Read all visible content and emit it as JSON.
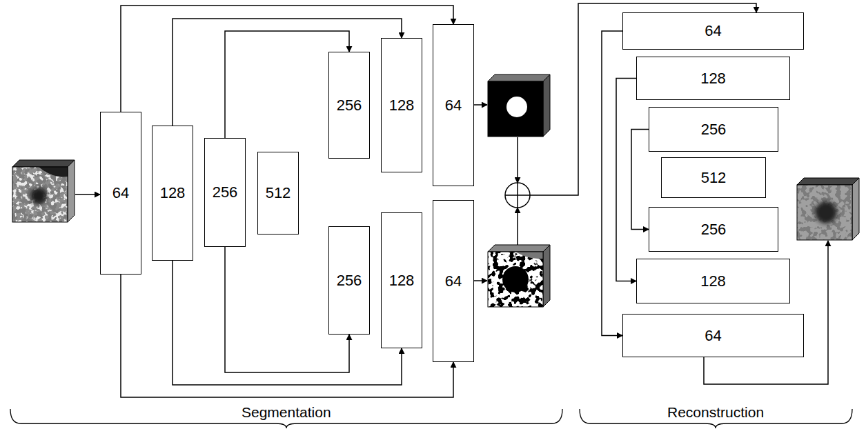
{
  "diagram": {
    "nodes": [
      {
        "text": [
          "64"
        ]
      },
      {
        "text": [
          "128"
        ]
      },
      {
        "text": [
          "256"
        ]
      },
      {
        "text": [
          "512"
        ]
      },
      {
        "text": [
          "256"
        ]
      },
      {
        "text": [
          "128"
        ]
      },
      {
        "text": [
          "64"
        ]
      },
      {
        "text": [
          "256"
        ]
      },
      {
        "text": [
          "128"
        ]
      },
      {
        "text": [
          "64"
        ]
      },
      {
        "text": [
          "64"
        ]
      },
      {
        "text": [
          "128"
        ]
      },
      {
        "text": [
          "256"
        ]
      },
      {
        "text": [
          "512"
        ]
      },
      {
        "text": [
          "256"
        ]
      },
      {
        "text": [
          "128"
        ]
      },
      {
        "text": [
          "64"
        ]
      }
    ],
    "edges": [
      {
        "from": 0,
        "to": 6,
        "arrow": "to"
      },
      {
        "from": 1,
        "to": 5,
        "arrow": "to"
      },
      {
        "from": 2,
        "to": 4,
        "arrow": "to"
      },
      {
        "from": 2,
        "to": 7,
        "arrow": "to"
      },
      {
        "from": 1,
        "to": 8,
        "arrow": "to"
      },
      {
        "from": 0,
        "to": 9,
        "arrow": "to"
      },
      {
        "from": 10,
        "to": 16,
        "arrow": "to"
      },
      {
        "from": 11,
        "to": 15,
        "arrow": "to"
      },
      {
        "from": 12,
        "to": 14,
        "arrow": "to"
      }
    ],
    "labels": [
      "Segmentation",
      "Reconstruction"
    ]
  }
}
